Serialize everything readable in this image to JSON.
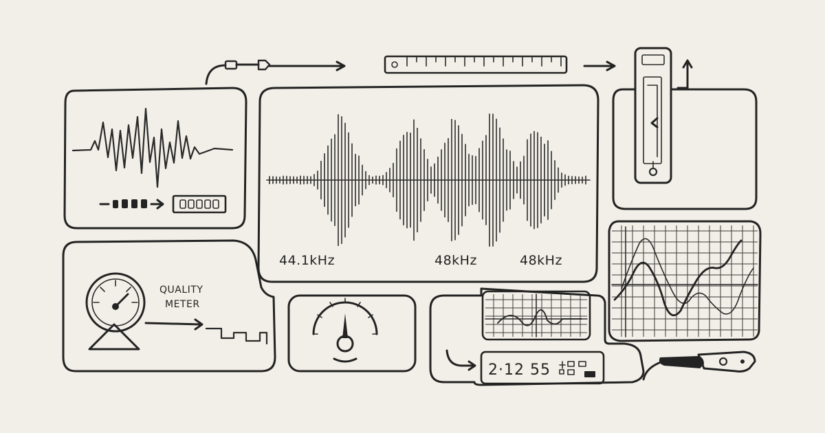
{
  "waveform_panel": {
    "freq_labels": [
      "44.1kHz",
      "48kHz",
      "48kHz"
    ]
  },
  "quality_panel": {
    "label_line1": "QUALITY",
    "label_line2": "METER"
  },
  "readout_panel": {
    "digits": "2·12 55"
  },
  "icons": {
    "cable": "cable-connector-icon",
    "ruler": "ruler-icon",
    "fader": "slider-fader-icon",
    "gauge": "gauge-icon",
    "dial": "dial-meter-icon",
    "usb": "usb-stick-icon",
    "battery": "battery-icon"
  }
}
